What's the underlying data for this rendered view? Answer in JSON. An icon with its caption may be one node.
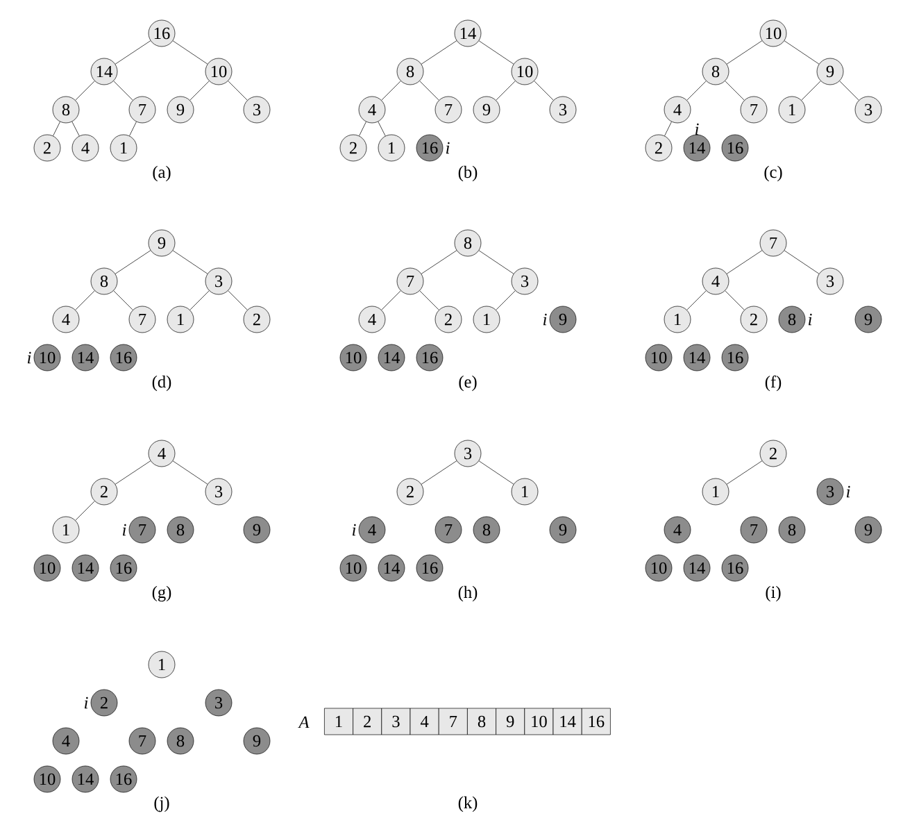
{
  "diagram": {
    "nodes": [
      {
        "text": [
          "16"
        ]
      },
      {
        "text": [
          "14"
        ]
      },
      {
        "text": [
          "10"
        ]
      },
      {
        "text": [
          "8"
        ]
      },
      {
        "text": [
          "7"
        ]
      },
      {
        "text": [
          "9"
        ]
      },
      {
        "text": [
          "3"
        ]
      },
      {
        "text": [
          "2"
        ]
      },
      {
        "text": [
          "4"
        ]
      },
      {
        "text": [
          "1"
        ]
      },
      {
        "text": [
          "14"
        ]
      },
      {
        "text": [
          "8"
        ]
      },
      {
        "text": [
          "10"
        ]
      },
      {
        "text": [
          "4"
        ]
      },
      {
        "text": [
          "7"
        ]
      },
      {
        "text": [
          "9"
        ]
      },
      {
        "text": [
          "3"
        ]
      },
      {
        "text": [
          "2"
        ]
      },
      {
        "text": [
          "1"
        ]
      },
      {
        "text": [
          "16"
        ],
        "beside": [
          "i"
        ]
      },
      {
        "text": [
          "10"
        ]
      },
      {
        "text": [
          "8"
        ]
      },
      {
        "text": [
          "9"
        ]
      },
      {
        "text": [
          "4"
        ]
      },
      {
        "text": [
          "7"
        ]
      },
      {
        "text": [
          "1"
        ]
      },
      {
        "text": [
          "3"
        ]
      },
      {
        "text": [
          "2"
        ]
      },
      {
        "text": [
          "14"
        ],
        "beside": [
          "i"
        ]
      },
      {
        "text": [
          "16"
        ]
      },
      {
        "text": [
          "9"
        ]
      },
      {
        "text": [
          "8"
        ]
      },
      {
        "text": [
          "3"
        ]
      },
      {
        "text": [
          "4"
        ]
      },
      {
        "text": [
          "7"
        ]
      },
      {
        "text": [
          "1"
        ]
      },
      {
        "text": [
          "2"
        ]
      },
      {
        "text": [
          "10"
        ],
        "beside": [
          "i"
        ]
      },
      {
        "text": [
          "14"
        ]
      },
      {
        "text": [
          "16"
        ]
      },
      {
        "text": [
          "8"
        ]
      },
      {
        "text": [
          "7"
        ]
      },
      {
        "text": [
          "3"
        ]
      },
      {
        "text": [
          "4"
        ]
      },
      {
        "text": [
          "2"
        ]
      },
      {
        "text": [
          "1"
        ]
      },
      {
        "text": [
          "9"
        ],
        "beside": [
          "i"
        ]
      },
      {
        "text": [
          "10"
        ]
      },
      {
        "text": [
          "14"
        ]
      },
      {
        "text": [
          "16"
        ]
      },
      {
        "text": [
          "7"
        ]
      },
      {
        "text": [
          "4"
        ]
      },
      {
        "text": [
          "3"
        ]
      },
      {
        "text": [
          "1"
        ]
      },
      {
        "text": [
          "2"
        ]
      },
      {
        "text": [
          "8"
        ],
        "beside": [
          "i"
        ]
      },
      {
        "text": [
          "9"
        ]
      },
      {
        "text": [
          "10"
        ]
      },
      {
        "text": [
          "14"
        ]
      },
      {
        "text": [
          "16"
        ]
      },
      {
        "text": [
          "4"
        ]
      },
      {
        "text": [
          "2"
        ]
      },
      {
        "text": [
          "3"
        ]
      },
      {
        "text": [
          "1"
        ]
      },
      {
        "text": [
          "7"
        ],
        "beside": [
          "i"
        ]
      },
      {
        "text": [
          "8"
        ]
      },
      {
        "text": [
          "9"
        ]
      },
      {
        "text": [
          "10"
        ]
      },
      {
        "text": [
          "14"
        ]
      },
      {
        "text": [
          "16"
        ]
      },
      {
        "text": [
          "3"
        ]
      },
      {
        "text": [
          "2"
        ]
      },
      {
        "text": [
          "1"
        ]
      },
      {
        "text": [
          "4"
        ],
        "beside": [
          "i"
        ]
      },
      {
        "text": [
          "7"
        ]
      },
      {
        "text": [
          "8"
        ]
      },
      {
        "text": [
          "9"
        ]
      },
      {
        "text": [
          "10"
        ]
      },
      {
        "text": [
          "14"
        ]
      },
      {
        "text": [
          "16"
        ]
      },
      {
        "text": [
          "2"
        ]
      },
      {
        "text": [
          "1"
        ]
      },
      {
        "text": [
          "3"
        ],
        "beside": [
          "i"
        ]
      },
      {
        "text": [
          "4"
        ]
      },
      {
        "text": [
          "7"
        ]
      },
      {
        "text": [
          "8"
        ]
      },
      {
        "text": [
          "9"
        ]
      },
      {
        "text": [
          "10"
        ]
      },
      {
        "text": [
          "14"
        ]
      },
      {
        "text": [
          "16"
        ]
      },
      {
        "text": [
          "1"
        ]
      },
      {
        "text": [
          "2"
        ],
        "beside": [
          "i"
        ]
      },
      {
        "text": [
          "3"
        ]
      },
      {
        "text": [
          "4"
        ]
      },
      {
        "text": [
          "7"
        ]
      },
      {
        "text": [
          "8"
        ]
      },
      {
        "text": [
          "9"
        ]
      },
      {
        "text": [
          "10"
        ]
      },
      {
        "text": [
          "14"
        ]
      },
      {
        "text": [
          "16"
        ]
      },
      {
        "text": [
          "1"
        ]
      },
      {
        "text": [
          "2"
        ]
      },
      {
        "text": [
          "3"
        ]
      },
      {
        "text": [
          "4"
        ]
      },
      {
        "text": [
          "7"
        ]
      },
      {
        "text": [
          "8"
        ]
      },
      {
        "text": [
          "9"
        ]
      },
      {
        "text": [
          "10"
        ]
      },
      {
        "text": [
          "14"
        ]
      },
      {
        "text": [
          "16"
        ]
      }
    ],
    "edges": [
      {
        "from": 0,
        "to": 1,
        "arrow": "none"
      },
      {
        "from": 0,
        "to": 2,
        "arrow": "none"
      },
      {
        "from": 1,
        "to": 3,
        "arrow": "none"
      },
      {
        "from": 1,
        "to": 4,
        "arrow": "none"
      },
      {
        "from": 2,
        "to": 5,
        "arrow": "none"
      },
      {
        "from": 2,
        "to": 6,
        "arrow": "none"
      },
      {
        "from": 3,
        "to": 7,
        "arrow": "none"
      },
      {
        "from": 3,
        "to": 8,
        "arrow": "none"
      },
      {
        "from": 4,
        "to": 9,
        "arrow": "none"
      },
      {
        "from": 10,
        "to": 11,
        "arrow": "none"
      },
      {
        "from": 10,
        "to": 12,
        "arrow": "none"
      },
      {
        "from": 11,
        "to": 13,
        "arrow": "none"
      },
      {
        "from": 11,
        "to": 14,
        "arrow": "none"
      },
      {
        "from": 12,
        "to": 15,
        "arrow": "none"
      },
      {
        "from": 12,
        "to": 16,
        "arrow": "none"
      },
      {
        "from": 13,
        "to": 17,
        "arrow": "none"
      },
      {
        "from": 13,
        "to": 18,
        "arrow": "none"
      },
      {
        "from": 20,
        "to": 21,
        "arrow": "none"
      },
      {
        "from": 20,
        "to": 22,
        "arrow": "none"
      },
      {
        "from": 21,
        "to": 23,
        "arrow": "none"
      },
      {
        "from": 21,
        "to": 24,
        "arrow": "none"
      },
      {
        "from": 22,
        "to": 25,
        "arrow": "none"
      },
      {
        "from": 22,
        "to": 26,
        "arrow": "none"
      },
      {
        "from": 23,
        "to": 27,
        "arrow": "none"
      },
      {
        "from": 30,
        "to": 31,
        "arrow": "none"
      },
      {
        "from": 30,
        "to": 32,
        "arrow": "none"
      },
      {
        "from": 31,
        "to": 33,
        "arrow": "none"
      },
      {
        "from": 31,
        "to": 34,
        "arrow": "none"
      },
      {
        "from": 32,
        "to": 35,
        "arrow": "none"
      },
      {
        "from": 32,
        "to": 36,
        "arrow": "none"
      },
      {
        "from": 40,
        "to": 41,
        "arrow": "none"
      },
      {
        "from": 40,
        "to": 42,
        "arrow": "none"
      },
      {
        "from": 41,
        "to": 43,
        "arrow": "none"
      },
      {
        "from": 41,
        "to": 44,
        "arrow": "none"
      },
      {
        "from": 42,
        "to": 45,
        "arrow": "none"
      },
      {
        "from": 50,
        "to": 51,
        "arrow": "none"
      },
      {
        "from": 50,
        "to": 52,
        "arrow": "none"
      },
      {
        "from": 51,
        "to": 53,
        "arrow": "none"
      },
      {
        "from": 51,
        "to": 54,
        "arrow": "none"
      },
      {
        "from": 60,
        "to": 61,
        "arrow": "none"
      },
      {
        "from": 60,
        "to": 62,
        "arrow": "none"
      },
      {
        "from": 61,
        "to": 63,
        "arrow": "none"
      },
      {
        "from": 70,
        "to": 71,
        "arrow": "none"
      },
      {
        "from": 70,
        "to": 72,
        "arrow": "none"
      },
      {
        "from": 80,
        "to": 81,
        "arrow": "none"
      }
    ],
    "labels": [
      "(a)",
      "(b)",
      "(c)",
      "(d)",
      "(e)",
      "(f)",
      "(g)",
      "(h)",
      "(i)",
      "A",
      "(j)",
      "(k)"
    ]
  }
}
